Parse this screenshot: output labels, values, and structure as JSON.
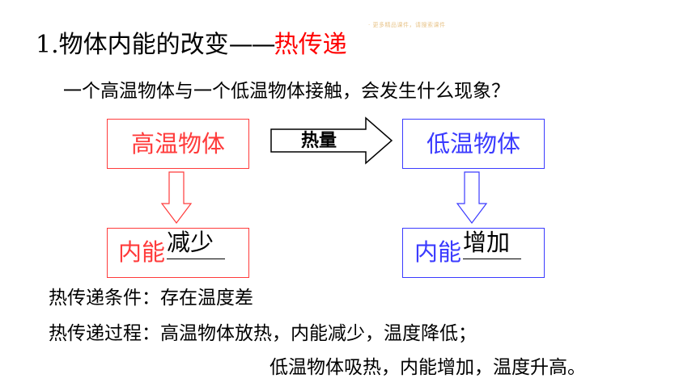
{
  "watermark": "· 更多精品课件，请搜索课件",
  "title": {
    "number": "1.",
    "text": "物体内能的改变",
    "dash": "——",
    "topic": "热传递"
  },
  "question": "一个高温物体与一个低温物体接触，会发生什么现象？",
  "diagram": {
    "hot_object": "高温物体",
    "cold_object": "低温物体",
    "heat_label": "热量",
    "hot_energy_prefix": "内能",
    "hot_energy_change": "减少",
    "cold_energy_prefix": "内能",
    "cold_energy_change": "增加",
    "colors": {
      "hot": "#ff3b3b",
      "cold": "#3b3bff"
    }
  },
  "condition": "热传递条件：存在温度差",
  "process_line1": "热传递过程：高温物体放热，内能减少，温度降低；",
  "process_line2": "低温物体吸热，内能增加，温度升高。"
}
